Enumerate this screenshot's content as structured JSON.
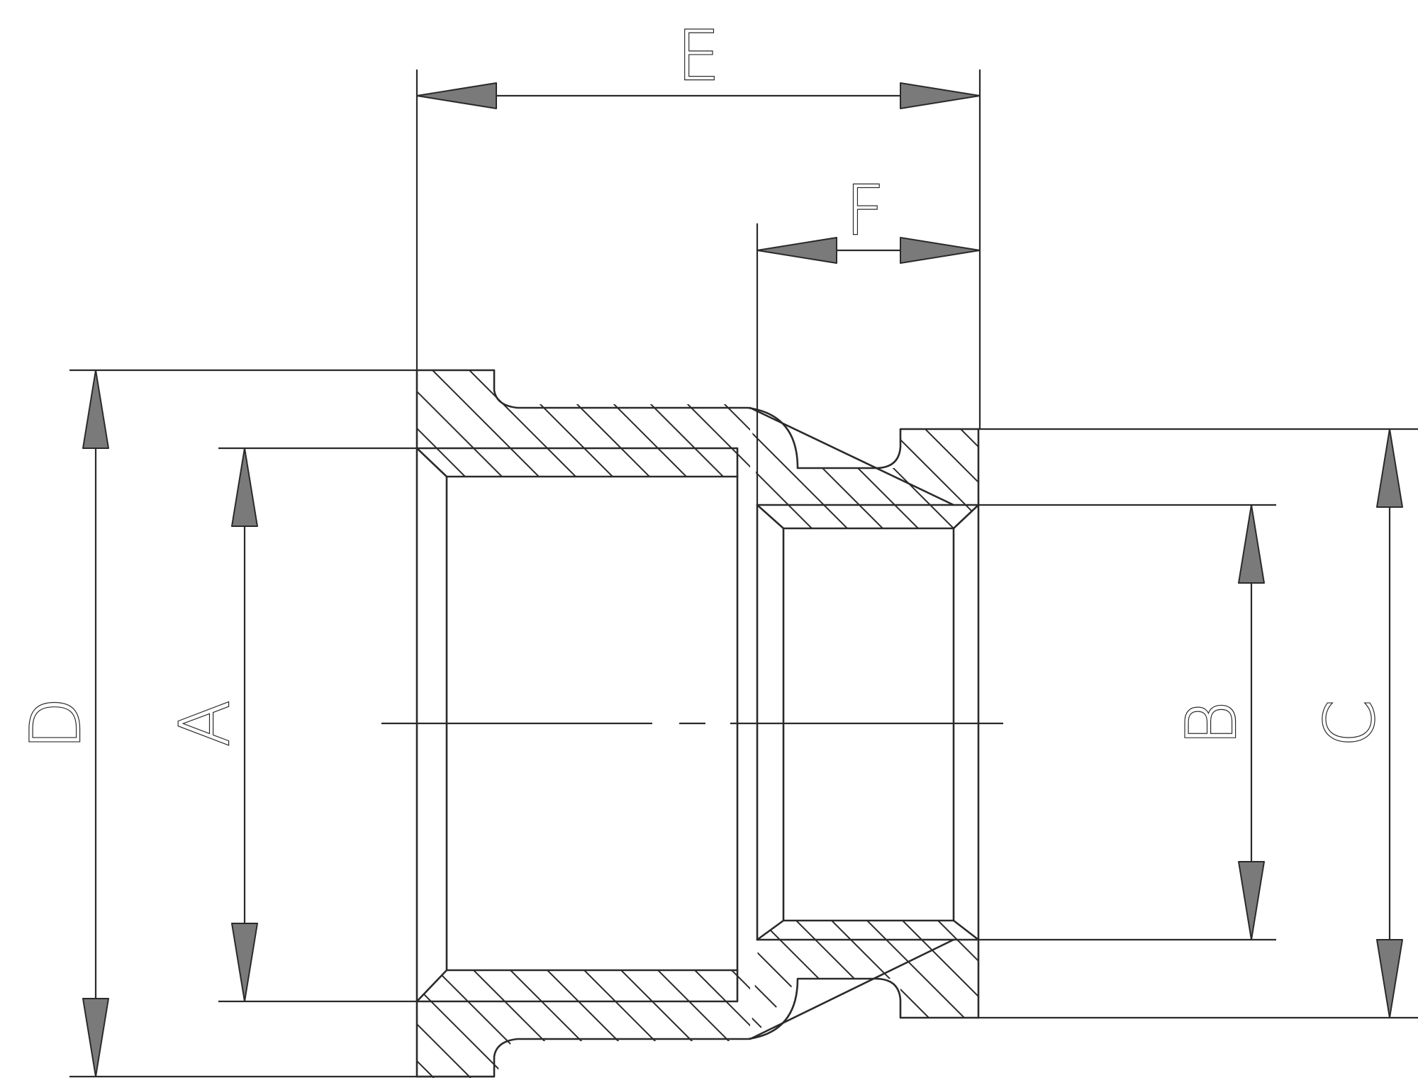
{
  "labels": {
    "E": "E",
    "F": "F",
    "D": "D",
    "A": "A",
    "B": "B",
    "C": "C"
  },
  "colors": {
    "line": "#2a2a2a",
    "arrow_fill": "#7a7a7a",
    "background": "#ffffff"
  }
}
